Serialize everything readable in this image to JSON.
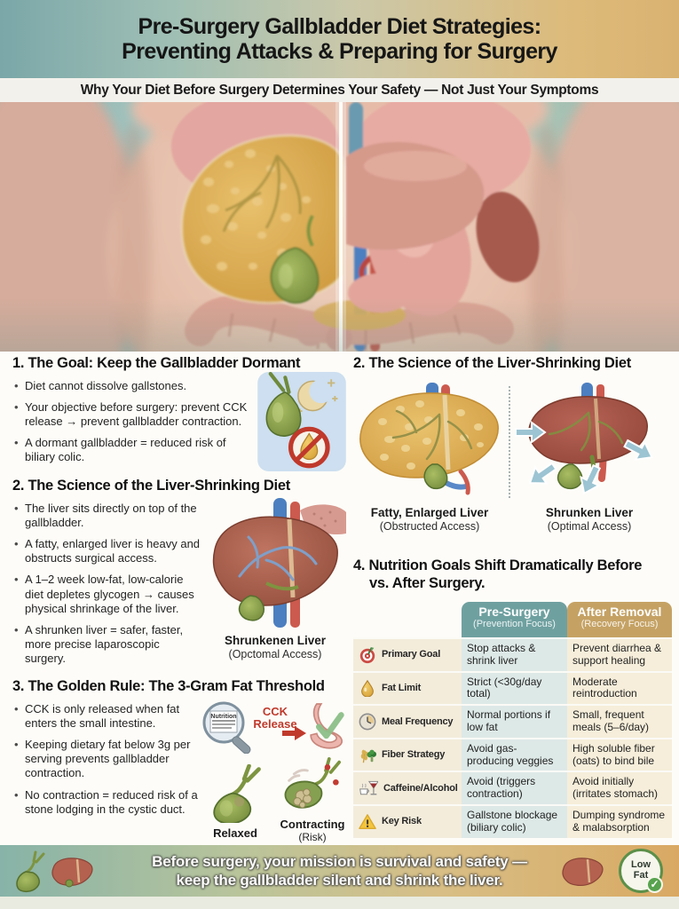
{
  "header": {
    "title_line1": "Pre-Surgery Gallbladder Diet Strategies:",
    "title_line2": "Preventing Attacks & Preparing for Surgery",
    "subtitle": "Why Your Diet Before Surgery Determines Your Safety — Not Just Your Symptoms"
  },
  "sections": {
    "goal": {
      "heading": "1. The Goal: Keep the Gallbladder Dormant",
      "bullets": [
        "Diet cannot dissolve gallstones.",
        "Your objective before surgery: prevent CCK release → prevent gallbladder contraction.",
        "A dormant gallbladder = reduced risk of biliary colic."
      ]
    },
    "science_left": {
      "heading": "2. The Science of the Liver-Shrinking Diet",
      "bullets": [
        "The liver sits directly on top of the gallbladder.",
        "A fatty, enlarged liver is heavy and obstructs surgical access.",
        "A 1–2 week low-fat, low-calorie diet depletes glycogen → causes physical shrinkage of the liver.",
        "A shrunken liver = safer, faster, more precise laparoscopic surgery."
      ],
      "caption_title": "Shrunkenen Liver",
      "caption_sub": "(Opctomal Access)"
    },
    "golden_rule": {
      "heading": "3. The Golden Rule: The 3-Gram Fat Threshold",
      "bullets": [
        "CCK is only released when fat enters the small intestine.",
        "Keeping dietary fat below 3g per serving prevents gallbladder contraction.",
        "No contraction = reduced risk of a stone lodging in the cystic duct."
      ],
      "nutrition_label": "Nutrition",
      "cck_line1": "CCK",
      "cck_line2": "Release",
      "relaxed_label": "Relaxed",
      "contracting_label": "Contracting",
      "contracting_sub": "(Risk)"
    },
    "science_right": {
      "heading": "2. The Science of the Liver-Shrinking Diet",
      "fatty_caption_title": "Fatty, Enlarged Liver",
      "fatty_caption_sub": "(Obstructed Access)",
      "shrunken_caption_title": "Shrunken Liver",
      "shrunken_caption_sub": "(Optimal Access)"
    },
    "nutrition_goals": {
      "heading_line1": "4. Nutrition Goals Shift Dramatically Before",
      "heading_line2": "vs. After Surgery.",
      "table": {
        "pre_header_title": "Pre-Surgery",
        "pre_header_sub": "(Prevention Focus)",
        "after_header_title": "After Removal",
        "after_header_sub": "(Recovery Focus)",
        "rows": [
          {
            "label": "Primary Goal",
            "pre": "Stop attacks & shrink liver",
            "after": "Prevent diarrhea & support healing"
          },
          {
            "label": "Fat Limit",
            "pre": "Strict (<30g/day total)",
            "after": "Moderate reintroduction"
          },
          {
            "label": "Meal Frequency",
            "pre": "Normal portions if low fat",
            "after": "Small, frequent meals (5–6/day)"
          },
          {
            "label": "Fiber Strategy",
            "pre": "Avoid gas-producing veggies",
            "after": "High soluble fiber (oats) to bind bile"
          },
          {
            "label": "Caffeine/Alcohol",
            "pre": "Avoid (triggers contraction)",
            "after": "Avoid initially (irritates stomach)"
          },
          {
            "label": "Key Risk",
            "pre": "Gallstone blockage (biliary colic)",
            "after": "Dumping syndrome & malabsorption"
          }
        ]
      }
    }
  },
  "footer": {
    "line1": "Before surgery, your mission is survival and safety —",
    "line2": "keep the gallbladder silent and shrink the liver.",
    "low_fat_label": "Low Fat"
  },
  "colors": {
    "header_teal": "#7BA7A9",
    "header_gold": "#DDB878",
    "table_pre_header": "#6FA0A0",
    "table_after_header": "#C5A264",
    "table_pre_cell": "#DDE9E7",
    "table_after_cell": "#F6EEDA",
    "table_label_cell": "#F3ECDB",
    "accent_red": "#C0392B",
    "gallbladder_green": "#7D9A45",
    "fatty_liver_gold": "#D9A144",
    "liver_red": "#B4614F",
    "arrow_teal": "#9CC4D2"
  }
}
